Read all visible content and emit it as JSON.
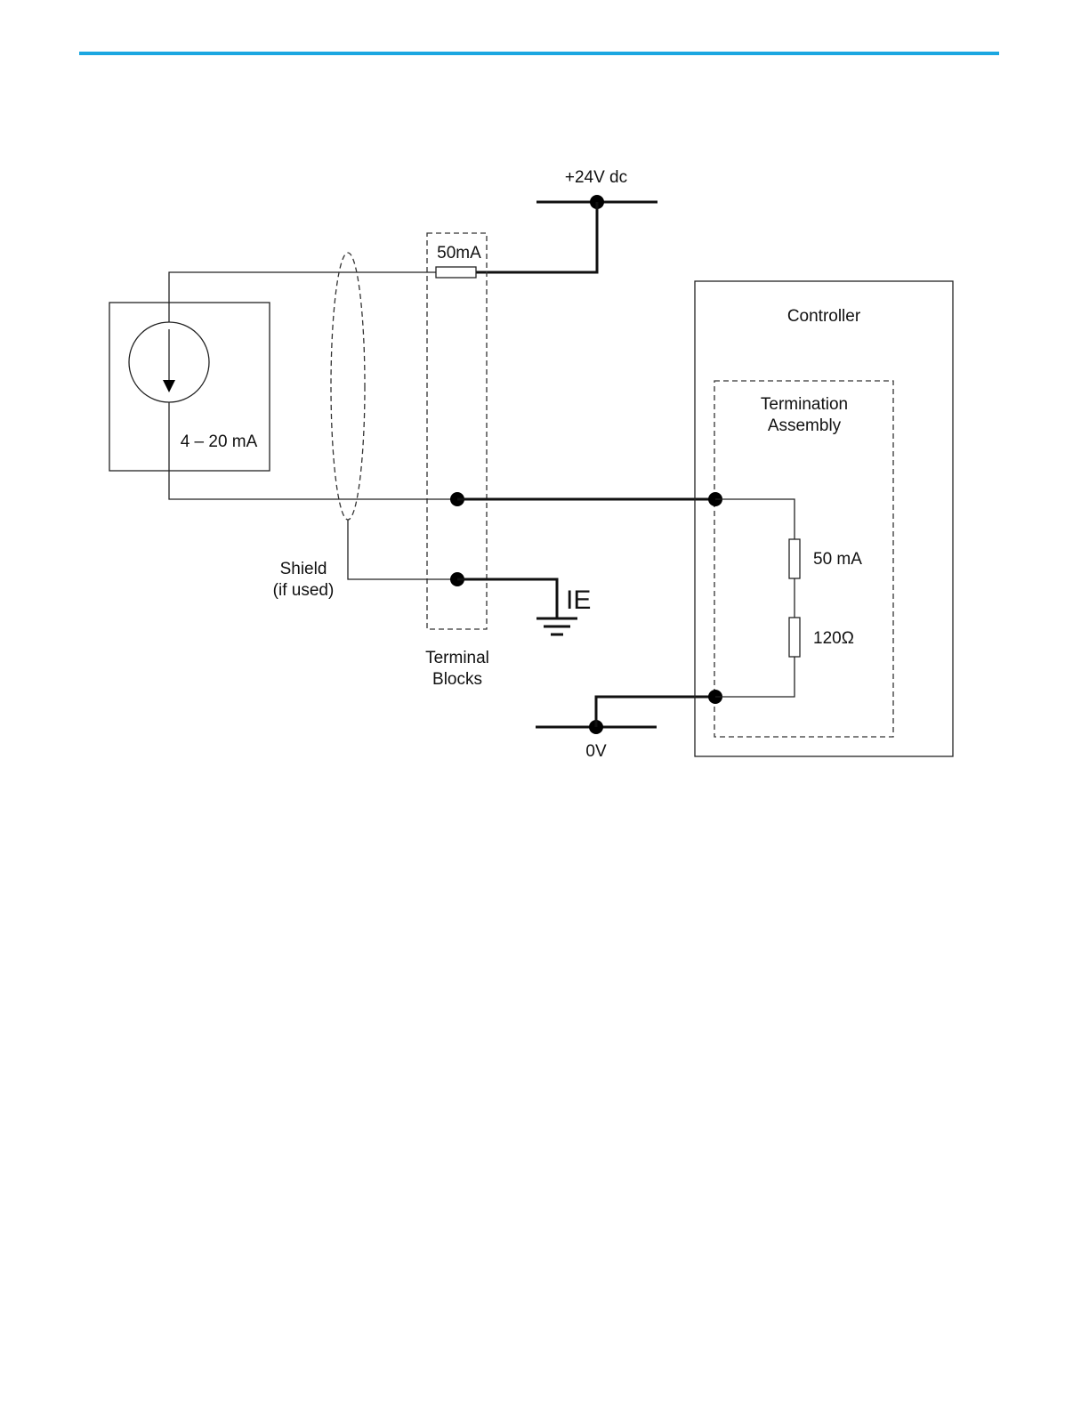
{
  "colors": {
    "accent_rule": "#1ba7e1",
    "wire": "#111111",
    "background": "#ffffff"
  },
  "diagram": {
    "supply_label": "+24V dc",
    "fuse_label": "50mA",
    "source_label": "4 – 20 mA",
    "shield_label_line1": "Shield",
    "shield_label_line2": "(if used)",
    "ground_label": "IE",
    "terminal_label_line1": "Terminal",
    "terminal_label_line2": "Blocks",
    "zero_v_label": "0V",
    "controller_label": "Controller",
    "termination_label_line1": "Termination",
    "termination_label_line2": "Assembly",
    "internal_fuse_label": "50 mA",
    "resistor_label": "120Ω"
  }
}
